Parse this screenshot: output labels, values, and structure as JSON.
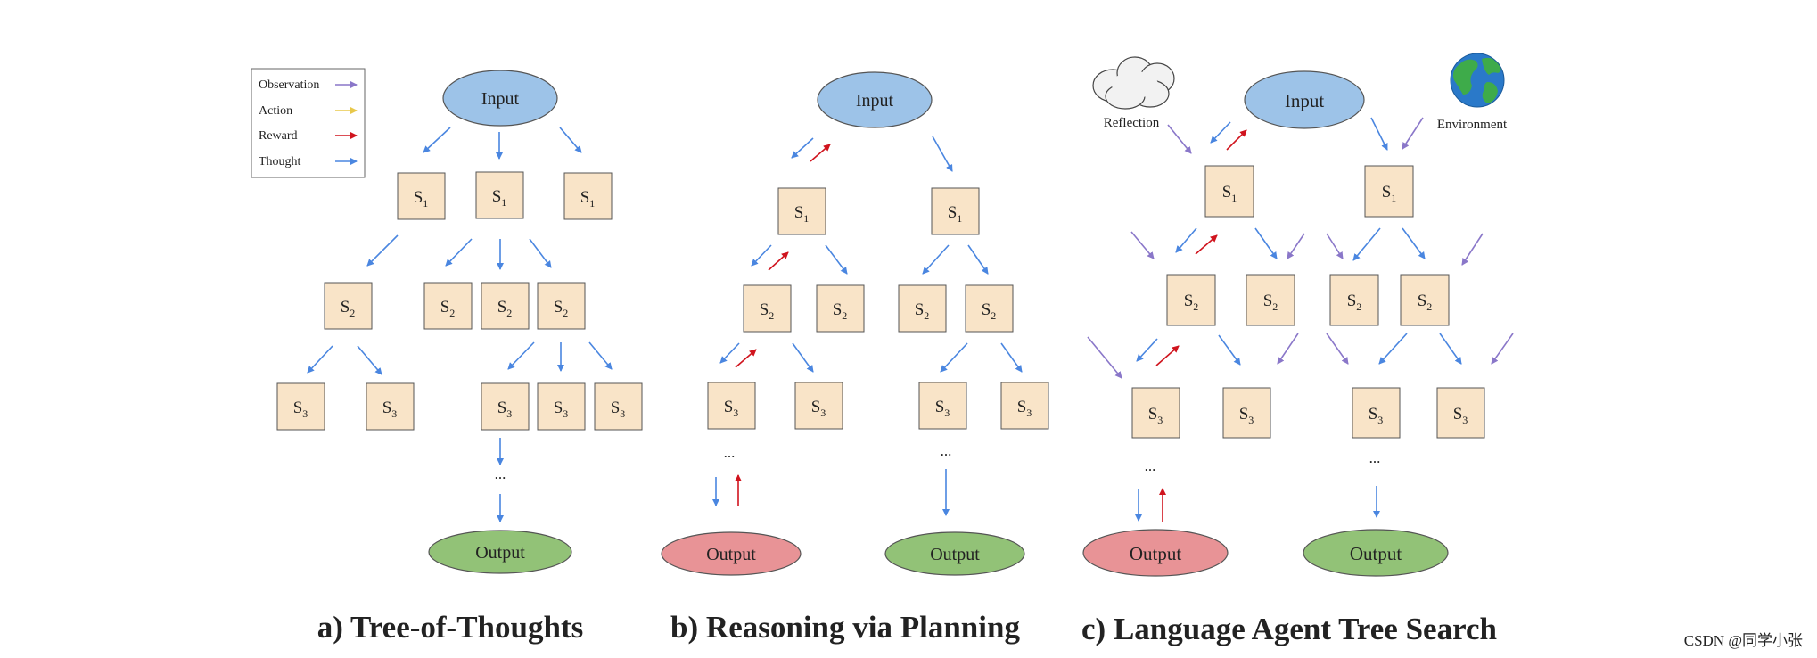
{
  "colors": {
    "observation": "#8a77c9",
    "action": "#e8c84a",
    "reward": "#d0141e",
    "thought": "#4a86e0",
    "node_fill": "#f9e4c8",
    "node_stroke": "#555555",
    "input_fill": "#9dc3e8",
    "output_fill": "#92c277",
    "output_fail_fill": "#e89396"
  },
  "legend": {
    "items": [
      {
        "label": "Observation",
        "kind": "observation"
      },
      {
        "label": "Action",
        "kind": "action"
      },
      {
        "label": "Reward",
        "kind": "reward"
      },
      {
        "label": "Thought",
        "kind": "thought"
      }
    ]
  },
  "icons": {
    "reflection": {
      "name": "cloud-icon",
      "label": "Reflection"
    },
    "environment": {
      "name": "globe-icon",
      "label": "Environment"
    }
  },
  "diagrams": [
    {
      "id": "a",
      "caption": "a) Tree-of-Thoughts",
      "input_label": "Input",
      "output_label": "Output",
      "ellipsis": "..."
    },
    {
      "id": "b",
      "caption": "b) Reasoning via Planning",
      "input_label": "Input",
      "output_labels": [
        "Output",
        "Output"
      ],
      "ellipsis": "..."
    },
    {
      "id": "c",
      "caption": "c) Language Agent Tree Search",
      "input_label": "Input",
      "output_labels": [
        "Output",
        "Output"
      ],
      "ellipsis": "..."
    }
  ],
  "node_labels": {
    "s1": "S",
    "s2": "S",
    "s3": "S",
    "s1_sub": "1",
    "s2_sub": "2",
    "s3_sub": "3"
  },
  "watermark": "CSDN @同学小张"
}
